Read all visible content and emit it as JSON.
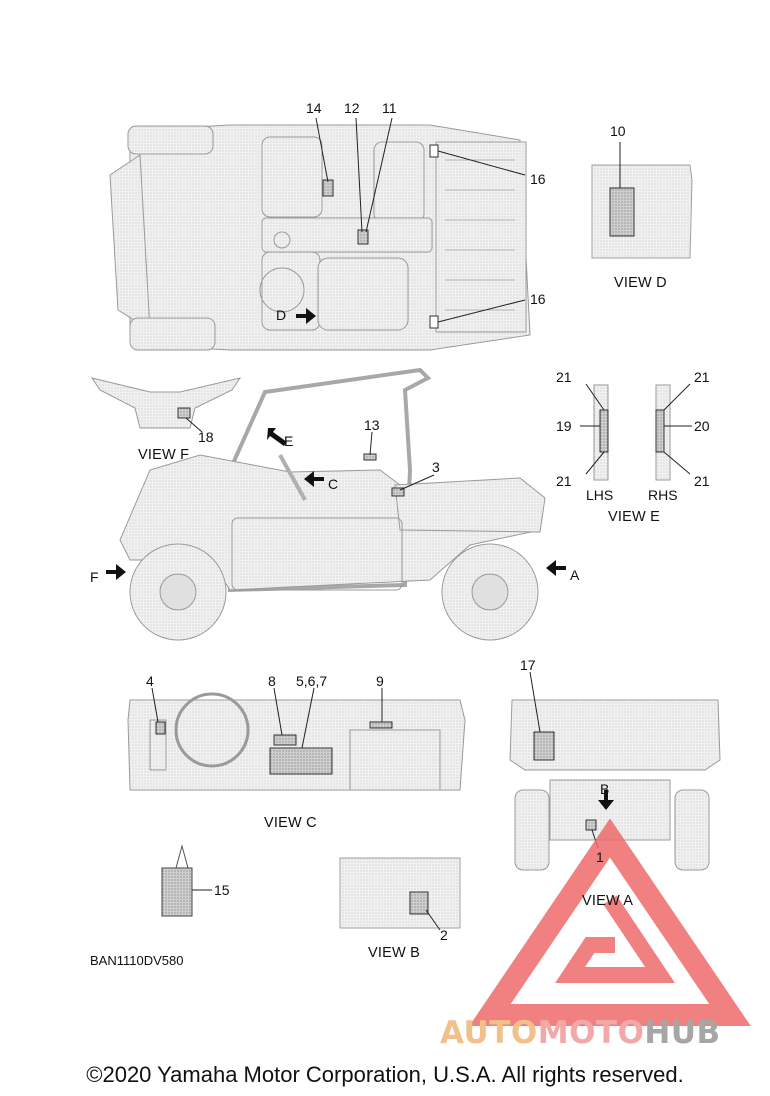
{
  "callouts": {
    "n1": "1",
    "n2": "2",
    "n3": "3",
    "n4": "4",
    "n5_7": "5,6,7",
    "n8": "8",
    "n9": "9",
    "n10": "10",
    "n11": "11",
    "n12": "12",
    "n13": "13",
    "n14": "14",
    "n15": "15",
    "n16a": "16",
    "n16b": "16",
    "n17": "17",
    "n18": "18",
    "n19": "19",
    "n20": "20",
    "n21a": "21",
    "n21b": "21",
    "n21c": "21",
    "n21d": "21"
  },
  "arrows": {
    "a": "A",
    "b": "B",
    "c": "C",
    "d": "D",
    "e": "E",
    "f": "F"
  },
  "views": {
    "a": "VIEW A",
    "b": "VIEW B",
    "c": "VIEW C",
    "d": "VIEW D",
    "e": "VIEW E",
    "f": "VIEW F"
  },
  "sides": {
    "lhs": "LHS",
    "rhs": "RHS"
  },
  "diagram_code": "BAN1110DV580",
  "copyright": "©2020 Yamaha Motor Corporation, U.S.A. All rights reserved.",
  "watermark": {
    "part1": "AUTO",
    "part2": "MOTO",
    "part3": "HUB"
  },
  "colors": {
    "watermark_red": "#ef6b6b",
    "watermark_orange": "#f2c089",
    "watermark_gray": "#a6a6a6",
    "line": "#333333",
    "fill": "#dedede"
  }
}
